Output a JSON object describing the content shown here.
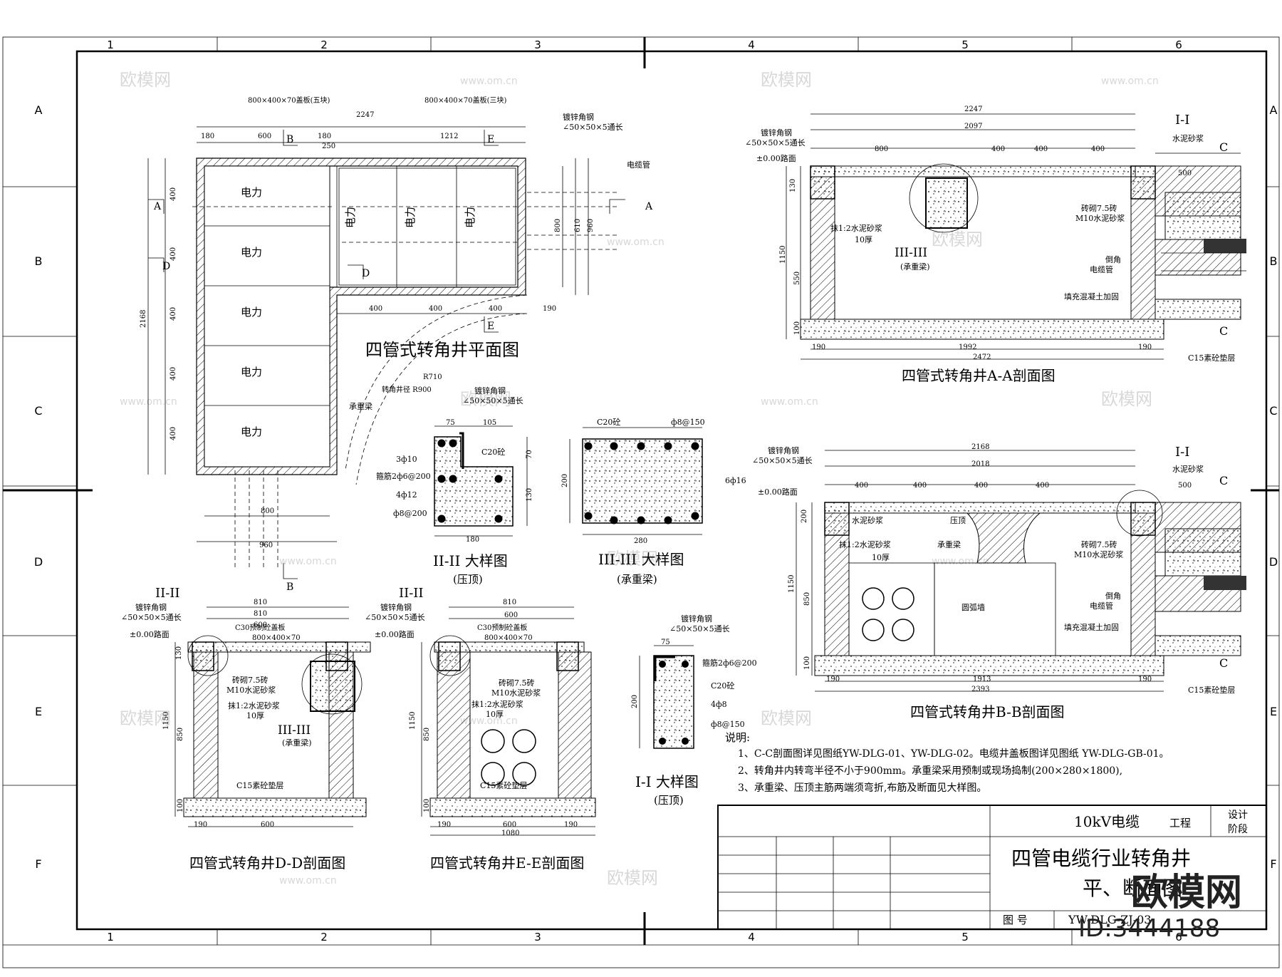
{
  "grid": {
    "cols": [
      "1",
      "2",
      "3",
      "4",
      "5",
      "6"
    ],
    "rows": [
      "A",
      "B",
      "C",
      "D",
      "E",
      "F"
    ]
  },
  "watermark": {
    "logo": "欧模网",
    "url": "www.om.cn",
    "brand": "欧模网",
    "id": "ID:3444188"
  },
  "plan": {
    "title": "四管式转角井平面图",
    "cover_left": "800×400×70盖板(五块)",
    "cover_right": "800×400×70盖板(三块)",
    "angle_steel": "镀锌角钢",
    "angle_spec": "∠50×50×5通长",
    "cable_pipe": "电缆管",
    "bend_radius": "R710",
    "bend_label": "转角井径 R900",
    "beam": "承重梁",
    "cell_text": "电力",
    "dims_top": [
      "2247",
      "180",
      "600",
      "180",
      "250",
      "1212"
    ],
    "dims_left": [
      "2168",
      "400",
      "400",
      "400",
      "400",
      "400"
    ],
    "dims_bottom": [
      "400",
      "400",
      "400",
      "190"
    ],
    "dims_under": [
      "800",
      "960"
    ],
    "dims_right": [
      "800",
      "610",
      "960"
    ],
    "markers": [
      "A",
      "B",
      "D",
      "E"
    ]
  },
  "section_aa": {
    "title": "四管式转角井A-A剖面图",
    "angle_steel": "镀锌角钢",
    "angle_spec": "∠50×50×5通长",
    "level": "±0.00路面",
    "dims_top": [
      "2247",
      "2097",
      "800",
      "400",
      "400",
      "400",
      "500"
    ],
    "dims_bottom": [
      "190",
      "1992",
      "190",
      "2472"
    ],
    "dims_side": [
      "130",
      "1150",
      "550",
      "100"
    ],
    "plaster": "抹1:2水泥砂浆",
    "plaster_thk": "10厚",
    "beam_ref": "III-III",
    "beam_ref_sub": "(承重梁)",
    "masonry": "砖砌7.5砖",
    "mortar": "M10水泥砂浆",
    "chamfer": "倒角",
    "cable_pipe": "电缆管",
    "fill": "填充混凝土加固",
    "cushion": "C15素砼垫层",
    "cement_mortar": "水泥砂浆",
    "sec_i": "I-I",
    "sec_c": "C"
  },
  "section_bb": {
    "title": "四管式转角井B-B剖面图",
    "angle_steel": "镀锌角钢",
    "angle_spec": "∠50×50×5通长",
    "level": "±0.00路面",
    "dims_top": [
      "2168",
      "2018",
      "400",
      "400",
      "400",
      "400",
      "500"
    ],
    "dims_bottom": [
      "190",
      "1913",
      "190",
      "2393"
    ],
    "dims_side": [
      "200",
      "1150",
      "850",
      "100"
    ],
    "cement_mortar": "水泥砂浆",
    "press_top": "压顶",
    "beam": "承重梁",
    "plaster": "抹1:2水泥砂浆",
    "plaster_thk": "10厚",
    "round_wall": "圆弧墙",
    "masonry": "砖砌7.5砖",
    "mortar": "M10水泥砂浆",
    "chamfer": "倒角",
    "cable_pipe": "电缆管",
    "fill": "填充混凝土加固",
    "cushion": "C15素砼垫层",
    "sec_i": "I-I",
    "sec_c": "C"
  },
  "detail_ii": {
    "title": "II-II 大样图",
    "sub": "(压顶)",
    "angle_steel": "镀锌角钢",
    "angle_spec": "∠50×50×5通长",
    "concrete": "C20砼",
    "rebar1": "3ф10",
    "rebar2": "箍筋2ф6@200",
    "rebar3": "4ф12",
    "rebar4": "ф8@200",
    "dims": [
      "75",
      "105",
      "70",
      "130",
      "180"
    ]
  },
  "detail_iii": {
    "title": "III-III 大样图",
    "sub": "(承重梁)",
    "concrete": "C20砼",
    "stirrup": "ф8@150",
    "rebar": "6ф16",
    "dims": [
      "200",
      "280"
    ]
  },
  "detail_i": {
    "title": "I-I 大样图",
    "sub": "(压顶)",
    "angle_steel": "镀锌角钢",
    "angle_spec": "∠50×50×5通长",
    "stirrup": "箍筋2ф6@200",
    "concrete": "C20砼",
    "rebar": "4ф8",
    "rebar2": "ф8@150",
    "dims": [
      "75",
      "200"
    ]
  },
  "section_dd": {
    "title": "四管式转角井D-D剖面图",
    "sec": "II-II",
    "angle_steel": "镀锌角钢",
    "angle_spec": "∠50×50×5通长",
    "level": "±0.00路面",
    "cover": "C30预制砼盖板",
    "cover_size": "800×400×70",
    "masonry": "砖砌7.5砖",
    "mortar": "M10水泥砂浆",
    "plaster": "抹1:2水泥砂浆",
    "plaster_thk": "10厚",
    "beam_ref": "III-III",
    "beam_ref_sub": "(承重梁)",
    "cushion": "C15素砼垫层",
    "dims_top": [
      "810",
      "600"
    ],
    "dims_bottom": [
      "190",
      "600"
    ],
    "dims_side": [
      "130",
      "1150",
      "850",
      "100"
    ]
  },
  "section_ee": {
    "title": "四管式转角井E-E剖面图",
    "sec": "II-II",
    "angle_steel": "镀锌角钢",
    "angle_spec": "∠50×50×5通长",
    "level": "±0.00路面",
    "cover": "C30预制砼盖板",
    "cover_size": "800×400×70",
    "masonry": "砖砌7.5砖",
    "mortar": "M10水泥砂浆",
    "plaster": "抹1:2水泥砂浆",
    "plaster_thk": "10厚",
    "cushion": "C15素砼垫层",
    "dims_top": [
      "810",
      "600"
    ],
    "dims_bottom": [
      "190",
      "600",
      "190",
      "1080"
    ],
    "dims_side": [
      "1150",
      "850",
      "100"
    ]
  },
  "notes": {
    "heading": "说明:",
    "items": [
      "1、C-C剖面图详见图纸YW-DLG-01、YW-DLG-02。电缆井盖板图详见图纸 YW-DLG-GB-01。",
      "2、转角井内转弯半径不小于900mm。承重梁采用预制或现场捣制(200×280×1800),",
      "3、承重梁、压顶主筋两端须弯折,布筋及断面见大样图。"
    ]
  },
  "title_block": {
    "project": "10kV电缆",
    "project_suffix": "工程",
    "stage": "设计",
    "stage2": "阶段",
    "drawing_title": "四管电缆行业转角井",
    "drawing_title2": "平、断面图",
    "drawing_no_label": "图  号",
    "drawing_no": "YW-DLG-ZJ-03"
  }
}
